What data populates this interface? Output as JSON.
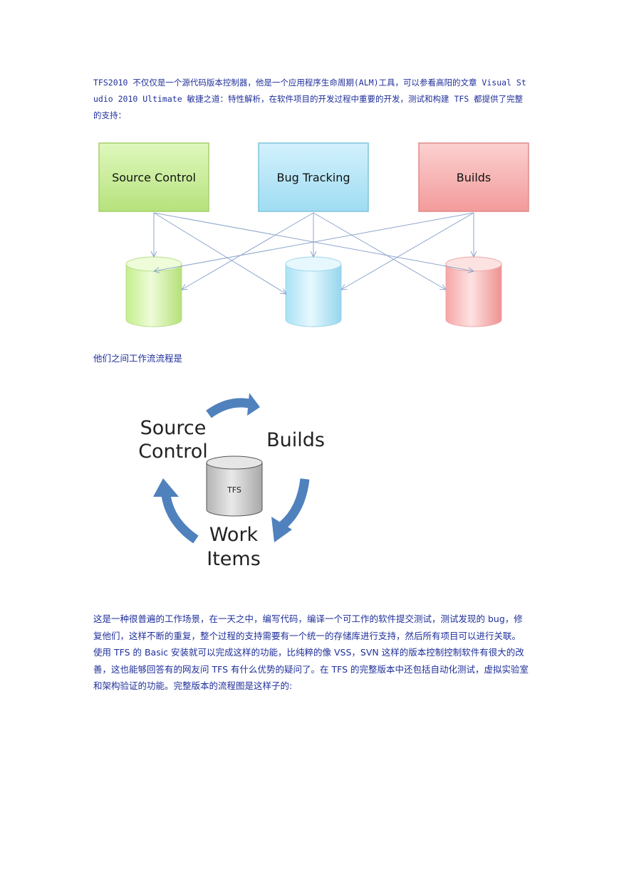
{
  "paragraphs": {
    "intro": "TFS2010 不仅仅是一个源代码版本控制器，他是一个应用程序生命周期(ALM)工具，可以参看高阳的文章 Visual Studio 2010 Ultimate 敏捷之道：特性解析，在软件项目的开发过程中重要的开发，测试和构建 TFS 都提供了完整的支持：",
    "workflow_intro": "他们之间工作流流程是",
    "body": "这是一种很普遍的工作场景，在一天之中，编写代码，编译一个可工作的软件提交测试，测试发现的 bug，修复他们，这样不断的重复，整个过程的支持需要有一个统一的存储库进行支持，然后所有项目可以进行关联。使用 TFS 的 Basic 安装就可以完成这样的功能，比纯粹的像 VSS，SVN 这样的版本控制控制软件有很大的改善，这也能够回答有的网友问 TFS 有什么优势的疑问了。在 TFS 的完整版本中还包括自动化测试，虚拟实验室和架构验证的功能。完整版本的流程图是这样子的:"
  },
  "diagram1": {
    "boxes": [
      "Source Control",
      "Bug Tracking",
      "Builds"
    ],
    "colors": {
      "green": "#ccf29a",
      "blue": "#b9e8f8",
      "red": "#f8b4b4",
      "arrow": "#8ea6cc"
    }
  },
  "diagram2": {
    "labels": {
      "source_control_line1": "Source",
      "source_control_line2": "Control",
      "builds": "Builds",
      "work_items_line1": "Work",
      "work_items_line2": "Items",
      "center": "TFS"
    },
    "colors": {
      "cycle_arrow": "#4f81bd",
      "cylinder": "#c8c8c8"
    }
  }
}
